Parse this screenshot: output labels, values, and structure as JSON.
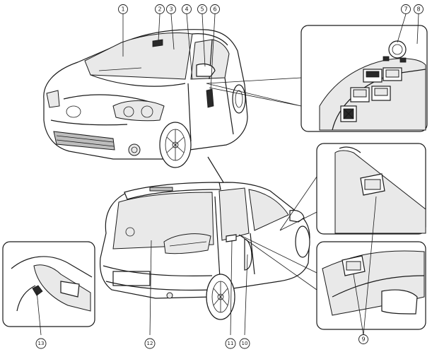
{
  "callouts": [
    {
      "id": "1",
      "label": "1"
    },
    {
      "id": "2",
      "label": "2"
    },
    {
      "id": "3",
      "label": "3"
    },
    {
      "id": "4",
      "label": "4"
    },
    {
      "id": "5",
      "label": "5"
    },
    {
      "id": "6",
      "label": "6"
    },
    {
      "id": "7",
      "label": "7"
    },
    {
      "id": "8",
      "label": "8"
    },
    {
      "id": "9",
      "label": "9"
    },
    {
      "id": "10",
      "label": "10"
    },
    {
      "id": "11",
      "label": "11"
    },
    {
      "id": "12",
      "label": "12"
    },
    {
      "id": "13",
      "label": "13"
    }
  ],
  "colors": {
    "line": "#1a1a1a",
    "background": "#ffffff",
    "panel_shade": "#e9e9e9"
  }
}
